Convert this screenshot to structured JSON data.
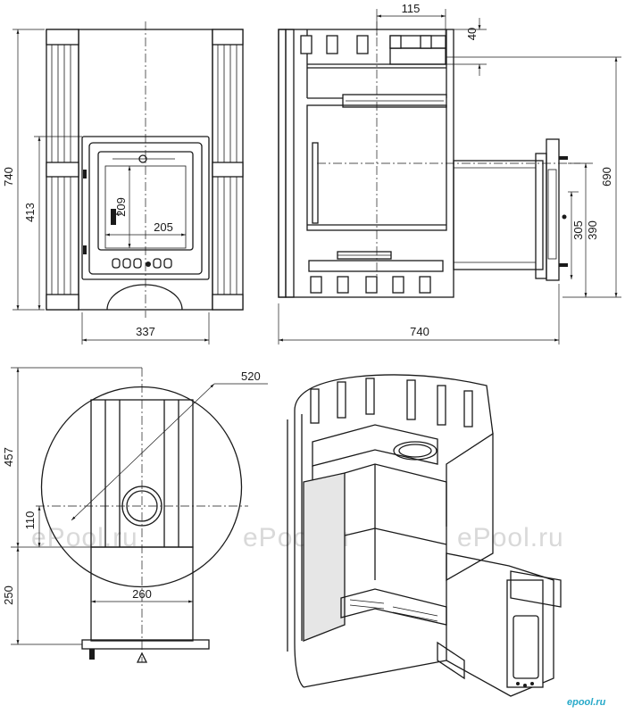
{
  "dimensions": {
    "front_height": "740",
    "front_door_height": "413",
    "front_glass_height": "209",
    "front_glass_width": "205",
    "front_width": "337",
    "side_top_width": "115",
    "side_top_offset": "40",
    "side_height": "690",
    "side_tunnel_outer": "390",
    "side_tunnel_inner": "305",
    "side_depth": "740",
    "plan_diameter": "520",
    "plan_depth": "457",
    "plan_flue_offset": "110",
    "plan_tunnel_length": "250",
    "plan_tunnel_width": "260"
  },
  "watermarks": [
    "ePool.ru",
    "ePool.ru",
    "ePool.ru"
  ],
  "logo": "epool.ru"
}
